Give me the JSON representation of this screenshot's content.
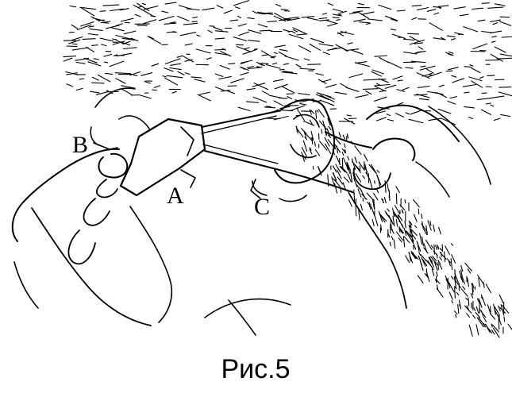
{
  "figure": {
    "labels": {
      "a": "A",
      "b": "B",
      "c": "C"
    },
    "caption": "Рис.5"
  }
}
